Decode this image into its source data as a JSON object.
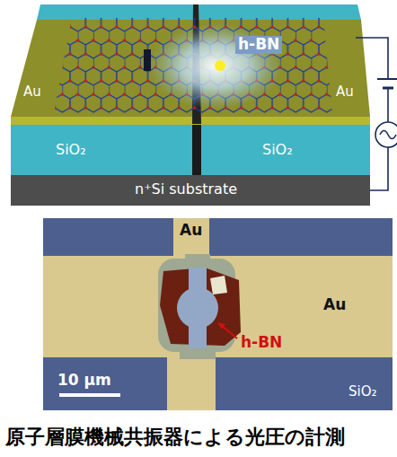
{
  "diagram": {
    "caption": "原子層膜機械共振器による光圧の計測",
    "labels": [
      "h-BN",
      "Au",
      "Au",
      "SiO₂",
      "SiO₂",
      "n⁺Si substrate",
      "Au",
      "Au",
      "h-BN",
      "10 μm",
      "SiO₂"
    ]
  }
}
